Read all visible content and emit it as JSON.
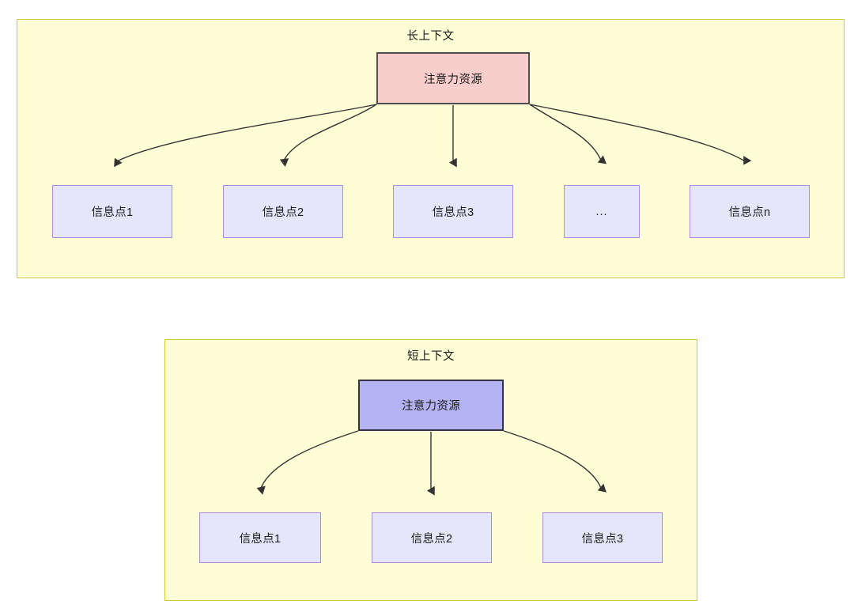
{
  "diagram": {
    "type": "hierarchy-comparison",
    "colors": {
      "group_fill": "#FDFDD6",
      "group_border": "#C9C93A",
      "attention_long_fill": "#F8CECC",
      "attention_long_border": "#4D4D4D",
      "attention_short_fill": "#B3B3F2",
      "attention_short_border": "#333344",
      "info_fill": "#E6E6FA",
      "info_border": "#AC8CE0",
      "edge_stroke": "#333333",
      "text": "#1A1A1A"
    },
    "groups": [
      {
        "id": "long-context",
        "title": "长上下文",
        "root": {
          "label": "注意力资源"
        },
        "children": [
          {
            "label": "信息点1"
          },
          {
            "label": "信息点2"
          },
          {
            "label": "信息点3"
          },
          {
            "label": "..."
          },
          {
            "label": "信息点n"
          }
        ]
      },
      {
        "id": "short-context",
        "title": "短上下文",
        "root": {
          "label": "注意力资源"
        },
        "children": [
          {
            "label": "信息点1"
          },
          {
            "label": "信息点2"
          },
          {
            "label": "信息点3"
          }
        ]
      }
    ]
  }
}
